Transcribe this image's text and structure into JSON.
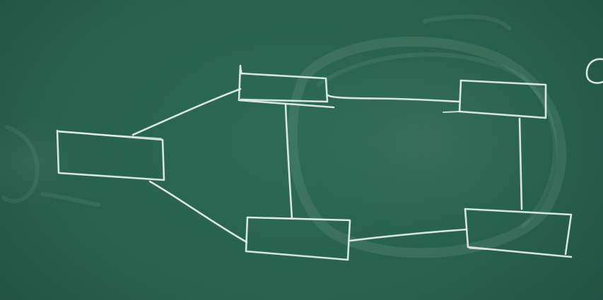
{
  "diagram": {
    "nodes": [
      {
        "id": "left-box",
        "label": ""
      },
      {
        "id": "top-middle-box",
        "label": ""
      },
      {
        "id": "top-right-box",
        "label": ""
      },
      {
        "id": "bottom-middle-box",
        "label": ""
      },
      {
        "id": "bottom-right-box",
        "label": ""
      }
    ],
    "edges": [
      {
        "from": "left-box",
        "to": "top-middle-box"
      },
      {
        "from": "left-box",
        "to": "bottom-middle-box"
      },
      {
        "from": "top-middle-box",
        "to": "top-right-box"
      },
      {
        "from": "top-middle-box",
        "to": "bottom-middle-box"
      },
      {
        "from": "top-right-box",
        "to": "bottom-right-box"
      },
      {
        "from": "bottom-middle-box",
        "to": "bottom-right-box"
      }
    ],
    "colors": {
      "board": "#2a6652",
      "chalk": "#e6f0ea"
    }
  }
}
